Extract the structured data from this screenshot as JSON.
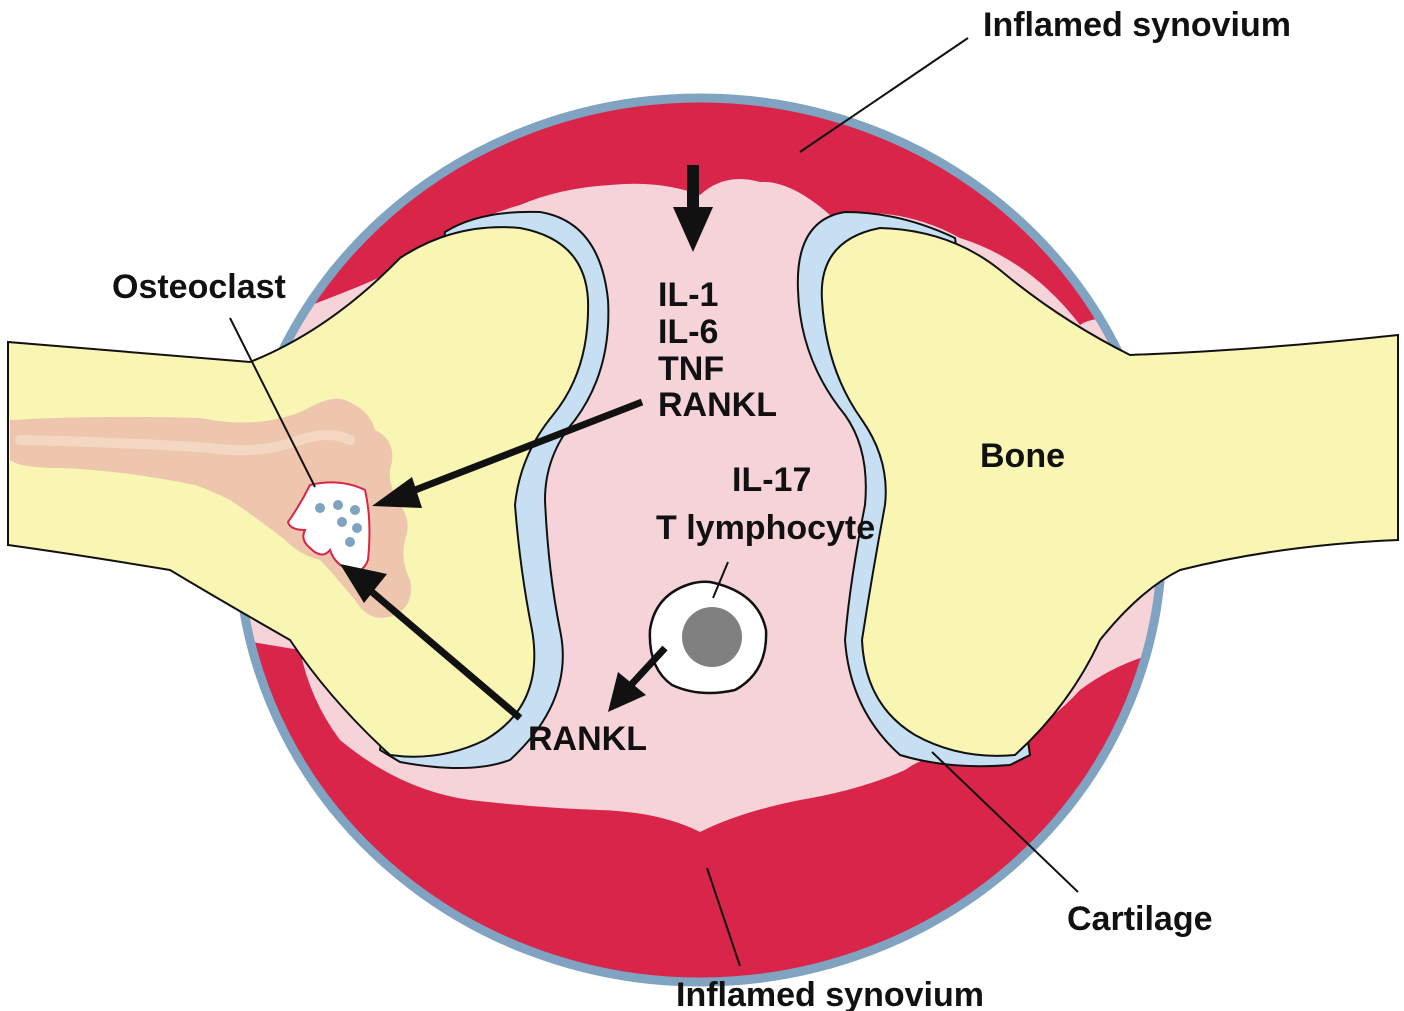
{
  "labels": {
    "inflamed_synovium_top": "Inflamed synovium",
    "inflamed_synovium_bottom": "Inflamed synovium",
    "osteoclast": "Osteoclast",
    "bone": "Bone",
    "cartilage": "Cartilage",
    "t_lymphocyte": "T lymphocyte",
    "il17": "IL-17",
    "rankl_bottom": "RANKL"
  },
  "cytokines": [
    "IL-1",
    "IL-6",
    "TNF",
    "RANKL"
  ],
  "colors": {
    "capsule_outline": "#7fa3c0",
    "joint_space": "#f6d3d9",
    "synovium": "#d9254a",
    "bone": "#f9f5b3",
    "cartilage": "#c7dff2",
    "erosion": "#eec6ad",
    "osteoclast_dots": "#7fa3c0",
    "lymphocyte_nucleus": "#808080",
    "arrow": "#111111"
  }
}
